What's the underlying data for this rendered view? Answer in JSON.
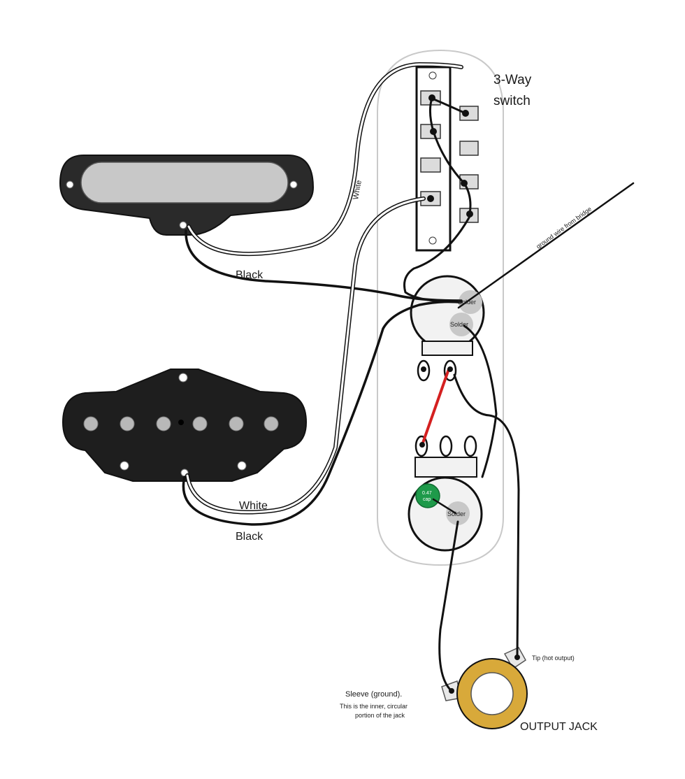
{
  "labels": {
    "switch_title_line1": "3-Way",
    "switch_title_line2": "switch",
    "wire_white_neck": "White",
    "wire_black_neck": "Black",
    "ground_wire": "ground wire from bridge",
    "solder_1": "Solder",
    "solder_2": "Solder",
    "solder_3": "Solder",
    "cap_line1": "0.47",
    "cap_line2": "cap",
    "wire_white_bridge": "White",
    "wire_black_bridge": "Black",
    "tip": "Tip (hot output)",
    "sleeve_title": "Sleeve (ground).",
    "sleeve_desc_line1": "This is the inner, circular",
    "sleeve_desc_line2": "portion of the jack",
    "output_jack": "OUTPUT JACK"
  },
  "colors": {
    "black_wire": "#111111",
    "white_wire": "#9a9a9a",
    "red_wire": "#d42020",
    "cap_green": "#1e9a4a",
    "jack_gold": "#d8a93a",
    "pot_body": "#f2f2f2",
    "solder_gray": "#c8c8c8"
  }
}
